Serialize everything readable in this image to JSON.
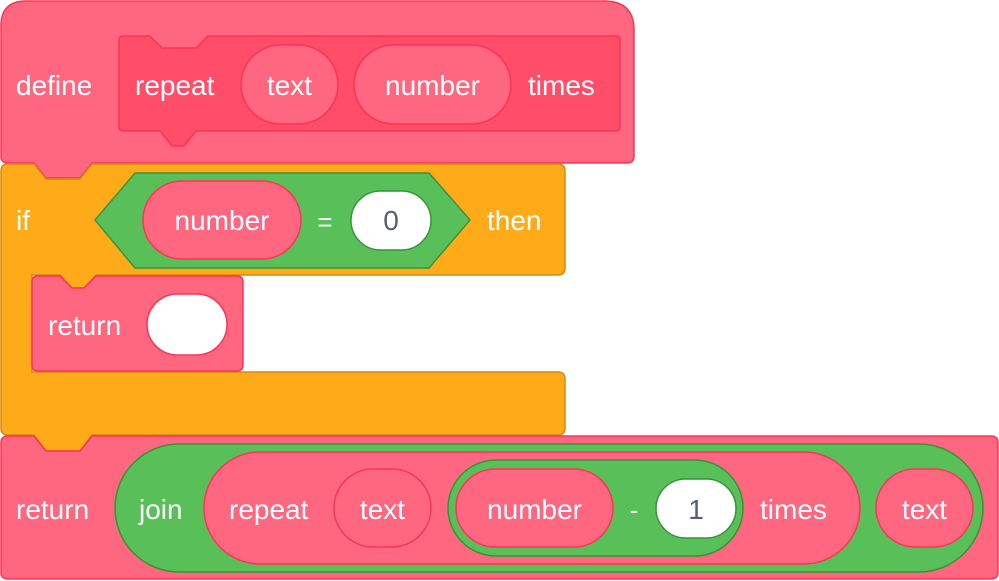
{
  "define_block": {
    "keyword": "define",
    "proto_word1": "repeat",
    "arg_text": "text",
    "arg_number": "number",
    "proto_word2": "times"
  },
  "if_block": {
    "keyword": "if",
    "then": "then",
    "condition": {
      "left": "number",
      "operator": "=",
      "right": "0"
    }
  },
  "inner_return": {
    "keyword": "return",
    "value": ""
  },
  "final_return": {
    "keyword": "return",
    "join": {
      "keyword": "join",
      "call": {
        "word1": "repeat",
        "arg_text": "text",
        "subtract": {
          "left": "number",
          "operator": "-",
          "right": "1"
        },
        "word2": "times"
      },
      "second": "text"
    }
  },
  "colors": {
    "custom": "#ff6680",
    "custom_dark": "#ff4d6a",
    "custom_border": "#ff3355",
    "control": "#ffab19",
    "control_border": "#cf8b17",
    "operator": "#59c059",
    "operator_border": "#389438"
  }
}
